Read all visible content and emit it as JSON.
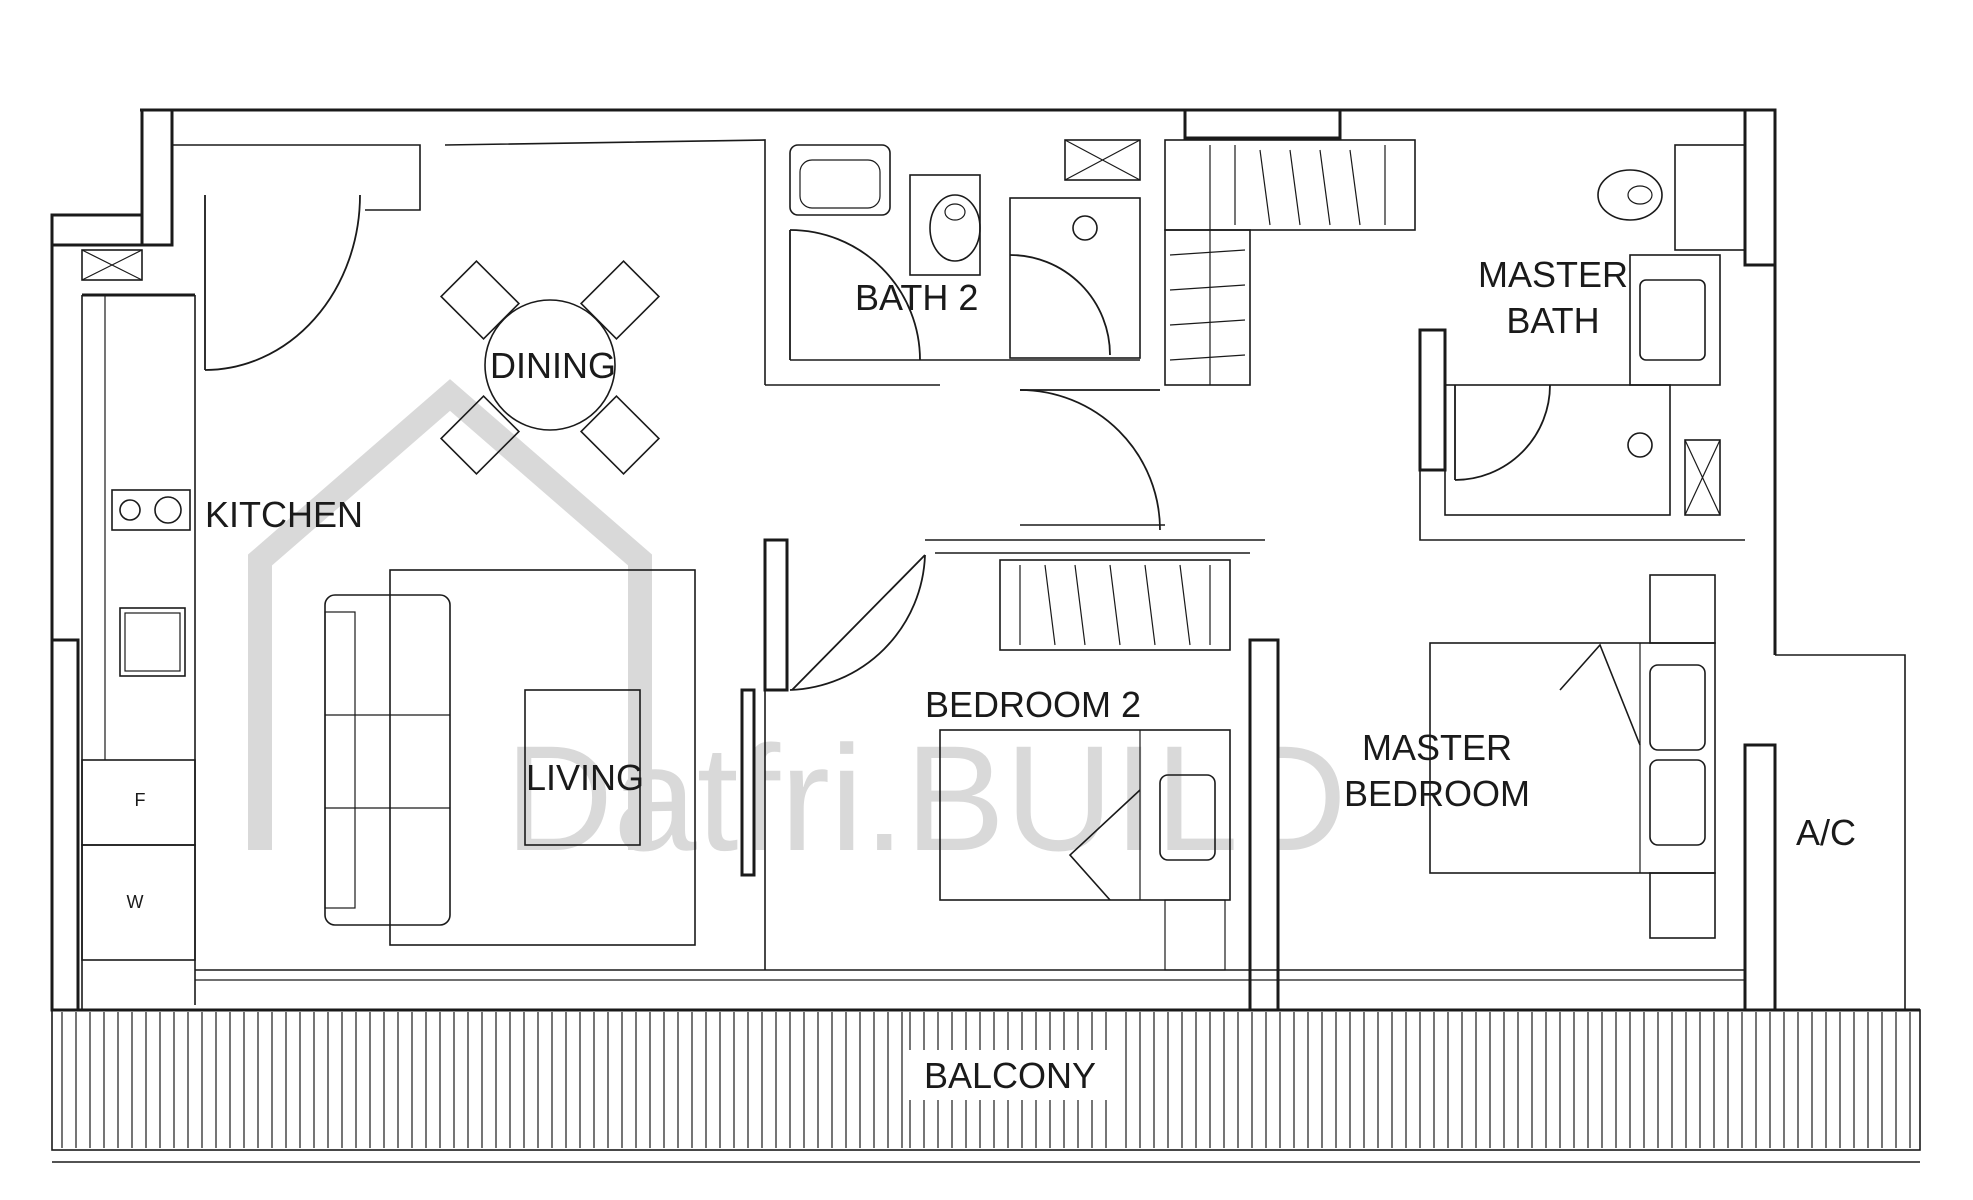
{
  "watermark": {
    "text": "Datfri.BUILD"
  },
  "rooms": {
    "kitchen": "KITCHEN",
    "dining": "DINING",
    "living": "LIVING",
    "bath2": "BATH 2",
    "master_bath_line1": "MASTER",
    "master_bath_line2": "BATH",
    "bedroom2": "BEDROOM 2",
    "master_bedroom_line1": "MASTER",
    "master_bedroom_line2": "BEDROOM",
    "ac": "A/C",
    "balcony": "BALCONY"
  },
  "appliances": {
    "fridge": "F",
    "washer": "W"
  }
}
